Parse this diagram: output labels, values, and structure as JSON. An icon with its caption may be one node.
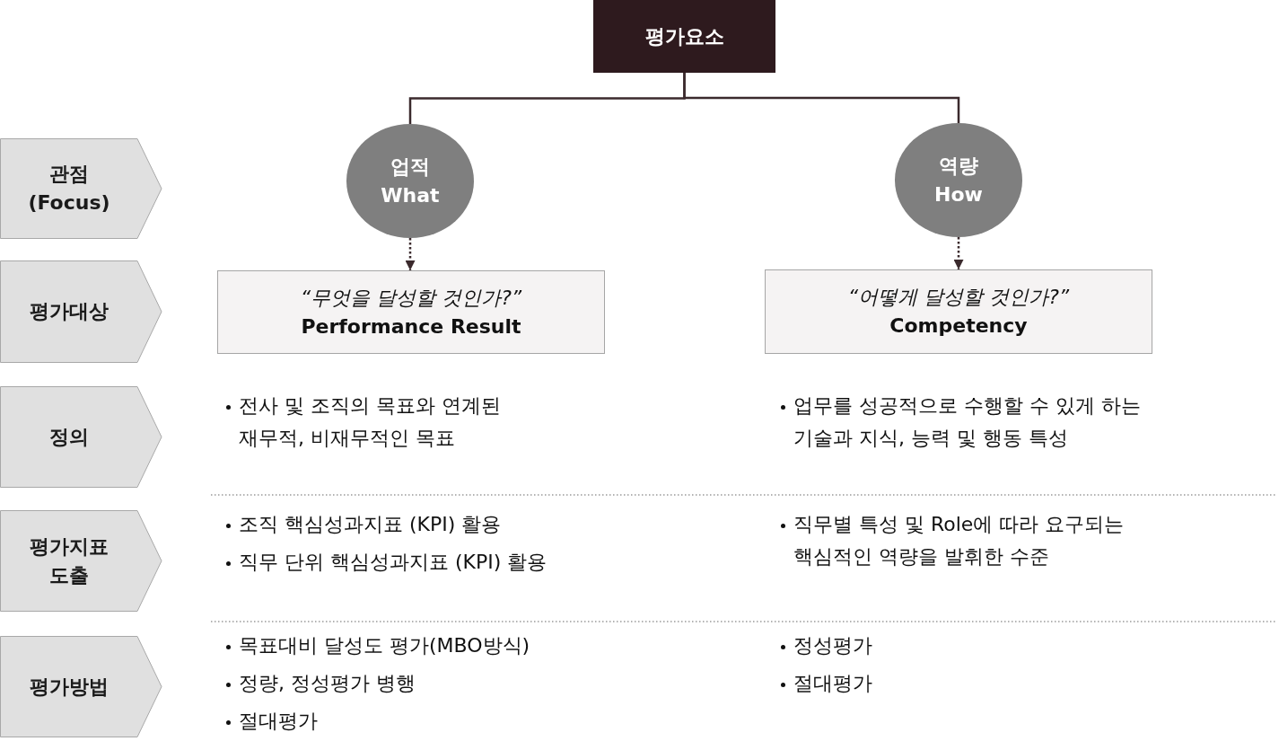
{
  "diagram": {
    "nodes": [
      {
        "text": [
          "평가요소"
        ]
      },
      {
        "text": [
          "관점 (Focus)"
        ]
      },
      {
        "text": [
          "업적",
          "What"
        ]
      },
      {
        "text": [
          "역량",
          "How"
        ]
      },
      {
        "text": [
          "평가대상"
        ]
      },
      {
        "text": [
          "“무엇을 달성할 것인가?”",
          "Performance Result"
        ]
      },
      {
        "text": [
          "“어떻게 달성할 것인가?”",
          "Competency"
        ]
      },
      {
        "text": [
          "정의"
        ]
      },
      {
        "text": [
          "평가지표 도출"
        ]
      },
      {
        "text": [
          "평가방법"
        ]
      }
    ],
    "edges": [
      {
        "from": 0,
        "to": 2,
        "arrow": "none"
      },
      {
        "from": 0,
        "to": 3,
        "arrow": "none"
      },
      {
        "from": 2,
        "to": 5,
        "arrow": "to",
        "style": "dashed"
      },
      {
        "from": 3,
        "to": 6,
        "arrow": "to",
        "style": "dashed"
      }
    ],
    "labels": [
      "전사 및 조직의 목표와 연계된 재무적, 비재무적인 목표",
      "업무를 성공적으로 수행할 수 있게 하는 기술과 지식, 능력 및 행동 특성",
      "조직 핵심성과지표 (KPI) 활용",
      "직무 단위 핵심성과지표 (KPI) 활용",
      "직무별 특성 및 Role에 따라 요구되는 핵심적인 역량을 발휘한 수준",
      "목표대비 달성도 평가(MBO방식)",
      "정량, 정성평가 병행",
      "절대평가",
      "정성평가",
      "절대평가"
    ]
  }
}
